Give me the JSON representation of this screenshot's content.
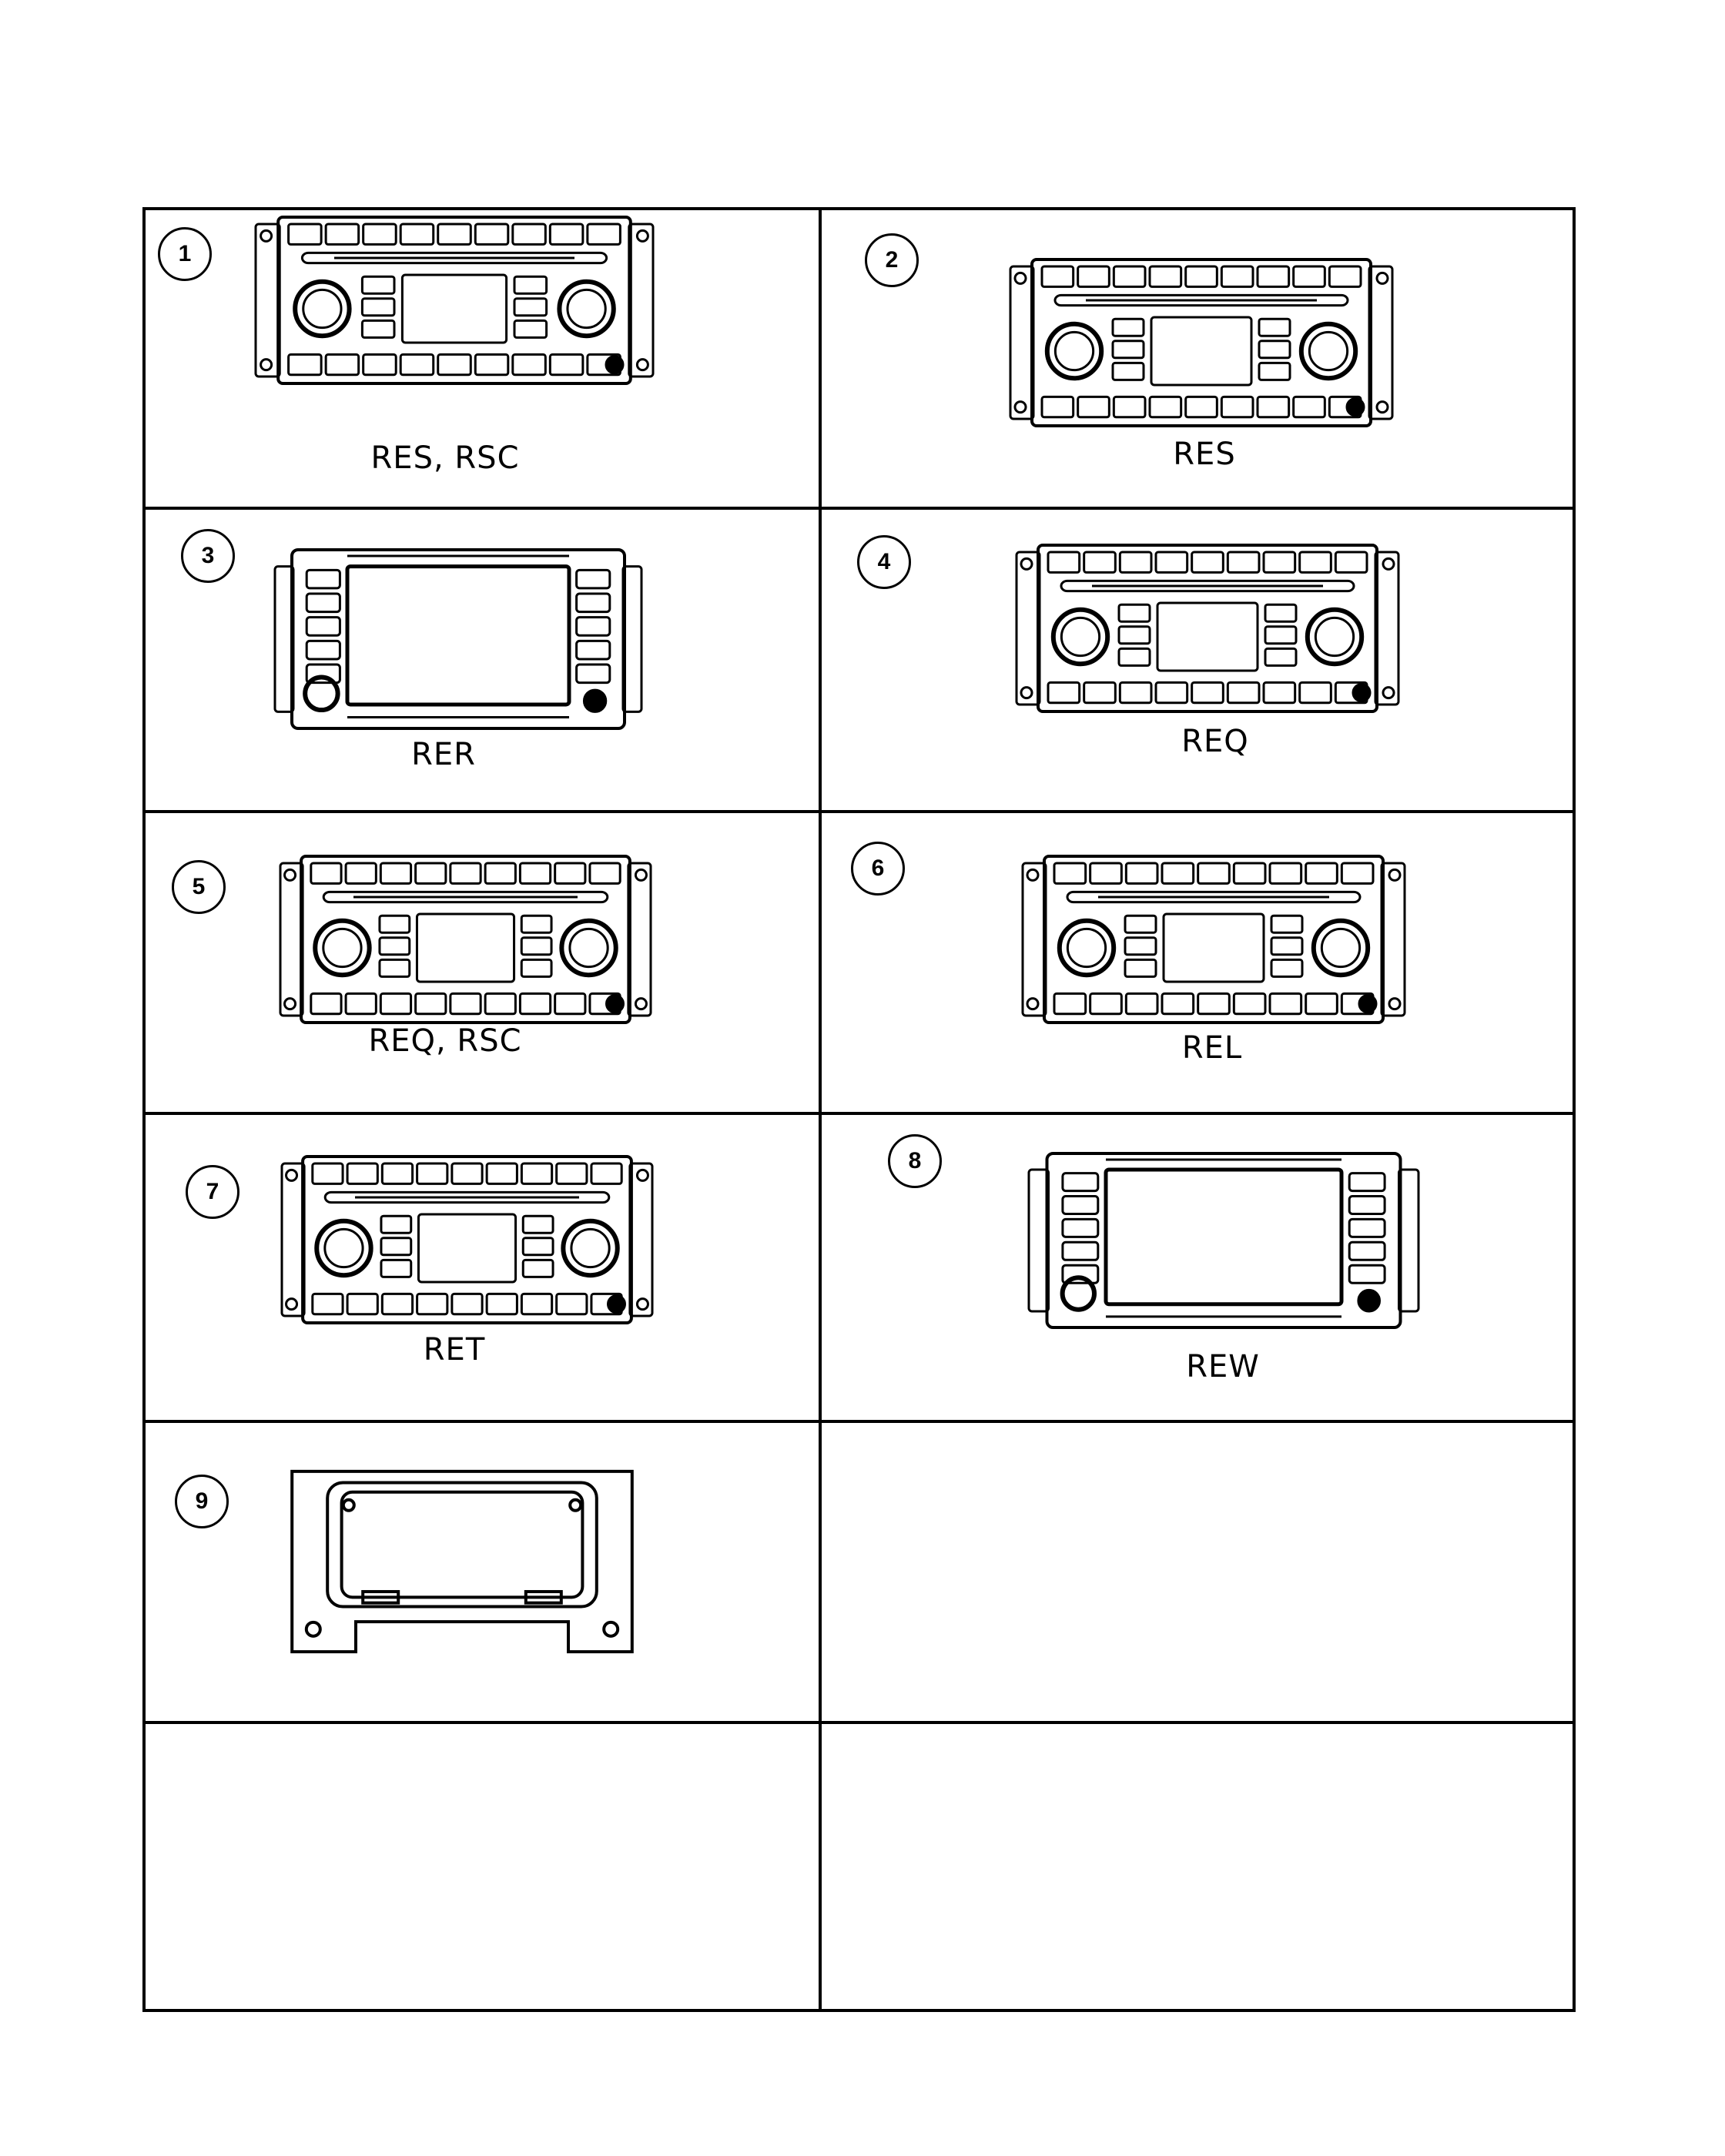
{
  "items": [
    {
      "number": "1",
      "caption": "RES,  RSC",
      "kind": "radio-cd"
    },
    {
      "number": "2",
      "caption": "RES",
      "kind": "radio-cd"
    },
    {
      "number": "3",
      "caption": "RER",
      "kind": "radio-screen"
    },
    {
      "number": "4",
      "caption": "REQ",
      "kind": "radio-cd"
    },
    {
      "number": "5",
      "caption": "REQ,  RSC",
      "kind": "radio-cd"
    },
    {
      "number": "6",
      "caption": "REL",
      "kind": "radio-cd"
    },
    {
      "number": "7",
      "caption": "RET",
      "kind": "radio-cd"
    },
    {
      "number": "8",
      "caption": "REW",
      "kind": "radio-screen"
    },
    {
      "number": "9",
      "caption": "",
      "kind": "bracket"
    }
  ]
}
